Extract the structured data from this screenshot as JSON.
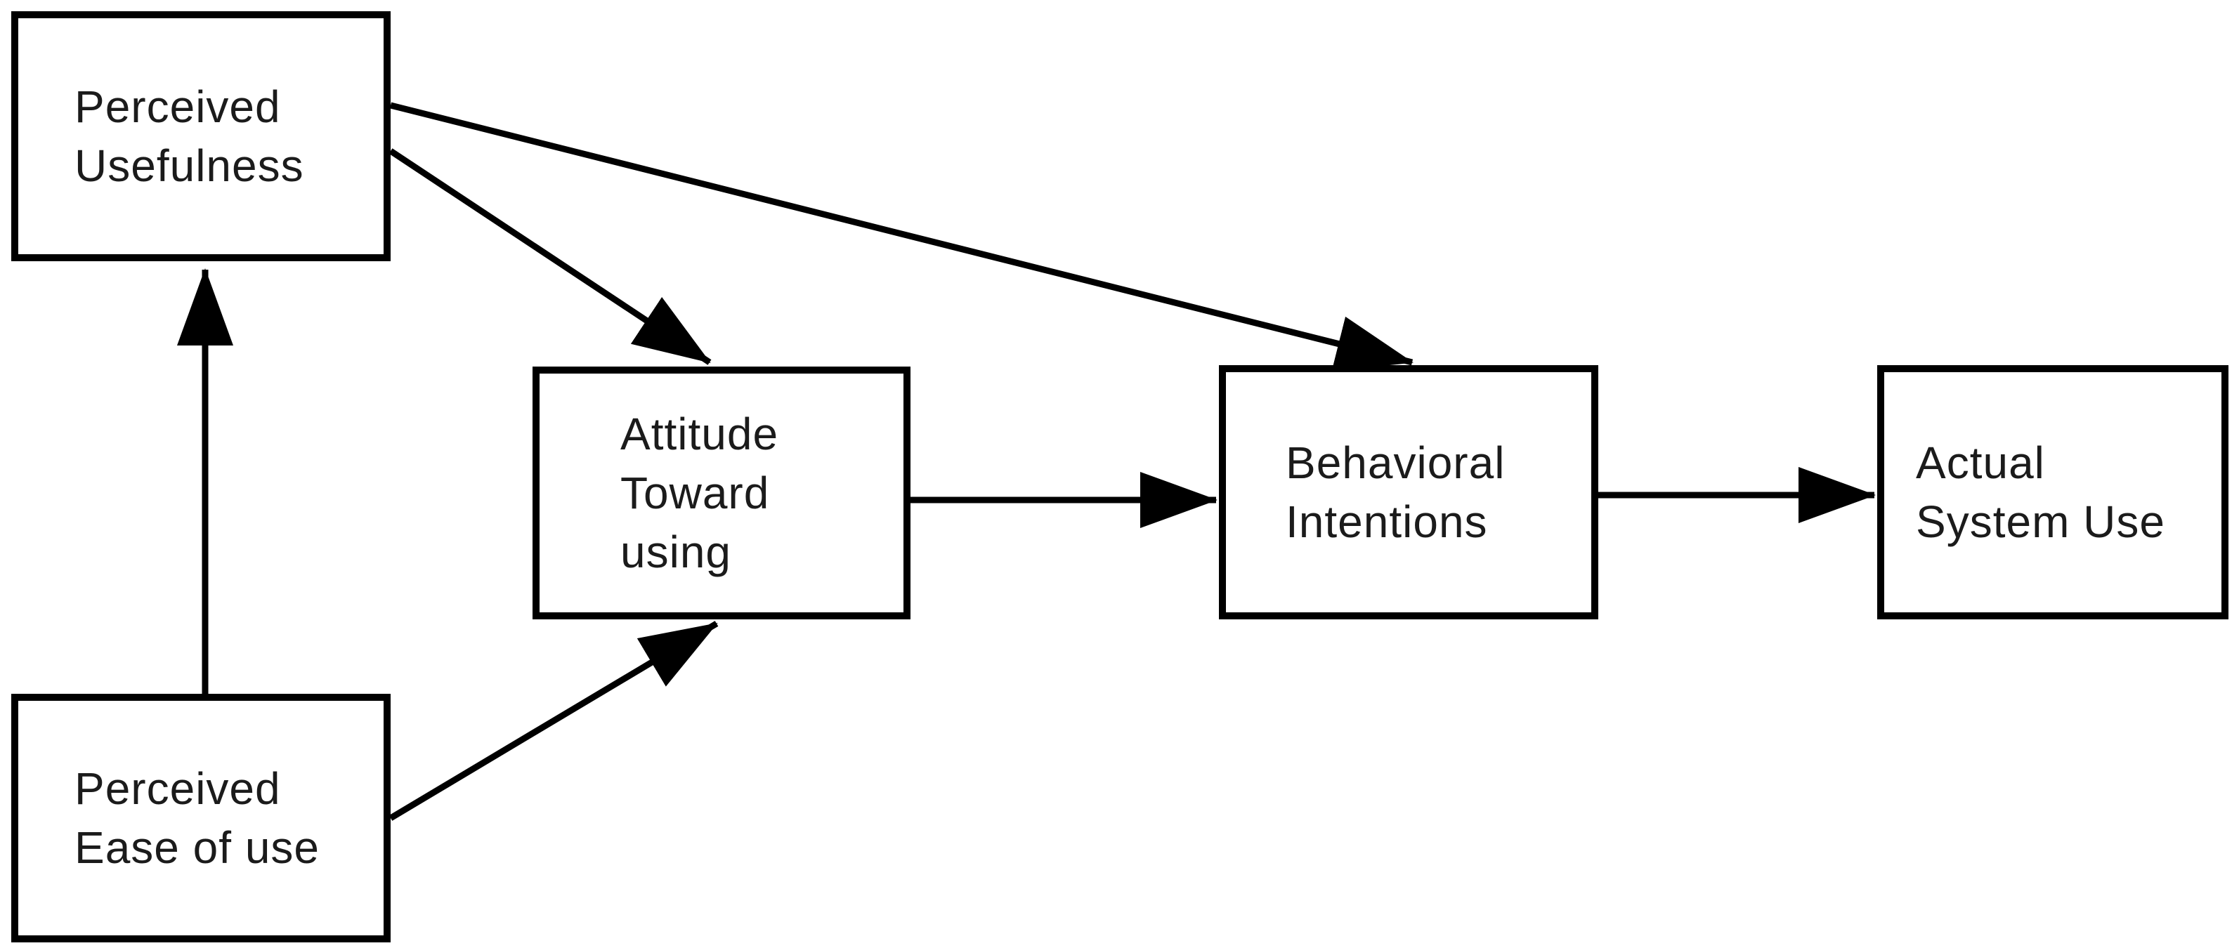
{
  "colors": {
    "background": "#ffffff",
    "box_border": "#000000",
    "arrow": "#000000",
    "text": "#1b1b1b"
  },
  "nodes": [
    {
      "id": "perceived-usefulness",
      "label": "Perceived\nUsefulness"
    },
    {
      "id": "perceived-ease-of-use",
      "label": "Perceived\nEase of use"
    },
    {
      "id": "attitude-toward-using",
      "label": "Attitude\nToward\nusing"
    },
    {
      "id": "behavioral-intentions",
      "label": "Behavioral\nIntentions"
    },
    {
      "id": "actual-system-use",
      "label": "Actual\nSystem Use"
    }
  ],
  "edges": [
    {
      "from": "perceived-ease-of-use",
      "to": "perceived-usefulness"
    },
    {
      "from": "perceived-usefulness",
      "to": "behavioral-intentions"
    },
    {
      "from": "perceived-usefulness",
      "to": "attitude-toward-using"
    },
    {
      "from": "perceived-ease-of-use",
      "to": "attitude-toward-using"
    },
    {
      "from": "attitude-toward-using",
      "to": "behavioral-intentions"
    },
    {
      "from": "behavioral-intentions",
      "to": "actual-system-use"
    }
  ]
}
